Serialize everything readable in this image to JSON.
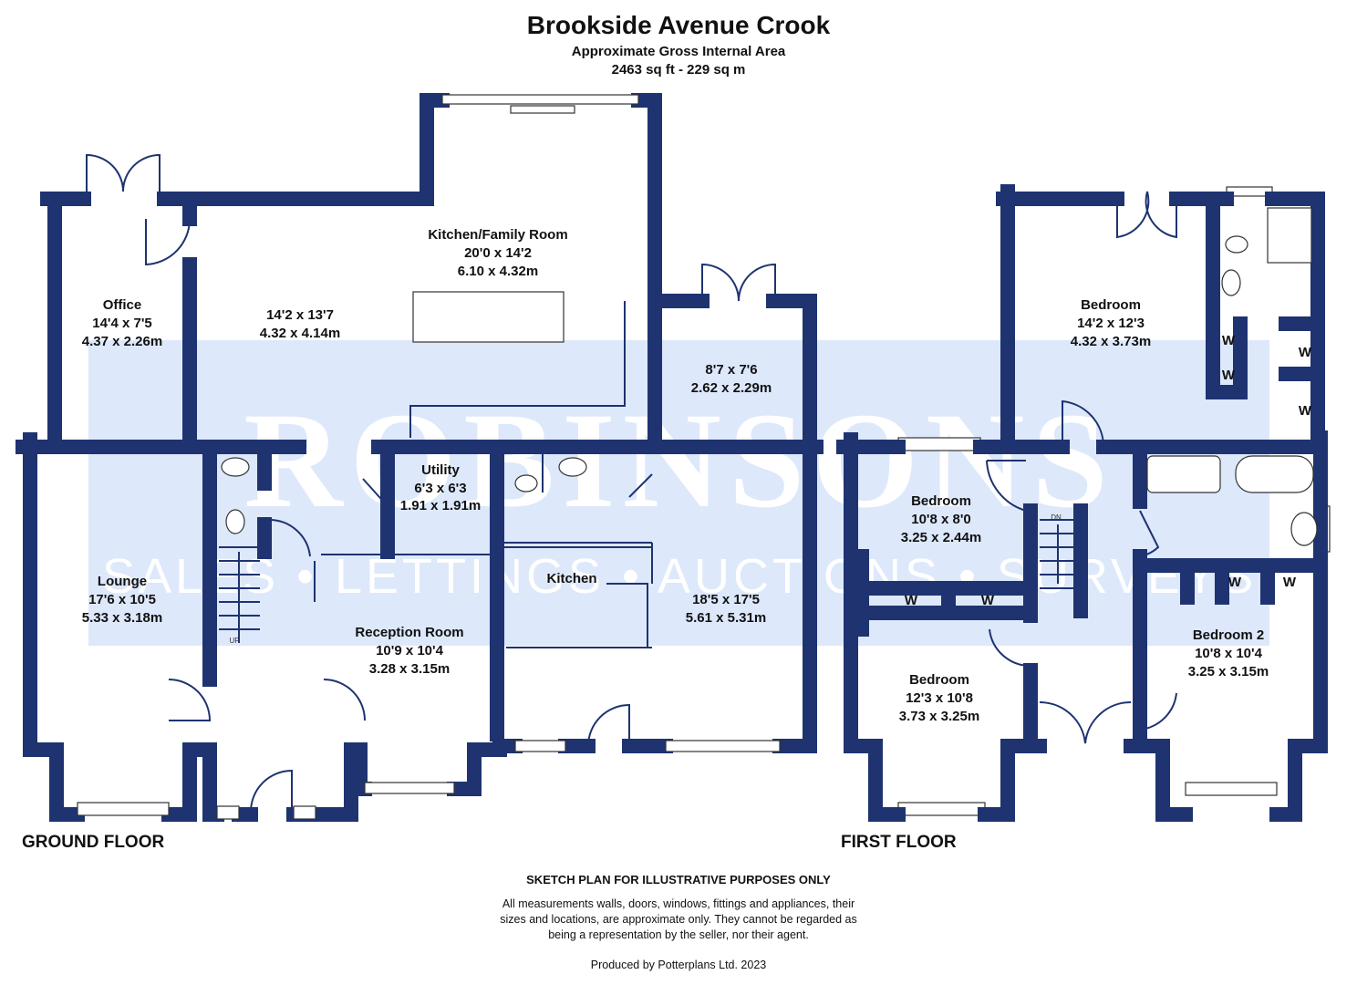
{
  "header": {
    "title": "Brookside Avenue Crook",
    "subtitle": "Approximate Gross Internal Area",
    "area": "2463 sq ft - 229 sq m"
  },
  "watermark": {
    "brand": "ROBINSONS",
    "tagline": "SALES • LETTINGS • AUCTIONS • SURVEYS"
  },
  "ground_floor": {
    "label": "GROUND FLOOR",
    "rooms": [
      {
        "name": "Kitchen/Family Room",
        "imperial": "20'0 x 14'2",
        "metric": "6.10 x 4.32m"
      },
      {
        "name": "Office",
        "imperial": "14'4 x 7'5",
        "metric": "4.37 x 2.26m"
      },
      {
        "name": "",
        "imperial": "14'2 x 13'7",
        "metric": "4.32 x 4.14m"
      },
      {
        "name": "",
        "imperial": "8'7 x 7'6",
        "metric": "2.62 x 2.29m"
      },
      {
        "name": "Utility",
        "imperial": "6'3 x 6'3",
        "metric": "1.91 x 1.91m"
      },
      {
        "name": "Lounge",
        "imperial": "17'6 x 10'5",
        "metric": "5.33 x 3.18m"
      },
      {
        "name": "Reception Room",
        "imperial": "10'9 x 10'4",
        "metric": "3.28 x 3.15m"
      },
      {
        "name": "Kitchen",
        "imperial": "",
        "metric": ""
      },
      {
        "name": "",
        "imperial": "18'5 x 17'5",
        "metric": "5.61 x 5.31m"
      }
    ],
    "stairs_label": "UP"
  },
  "first_floor": {
    "label": "FIRST FLOOR",
    "rooms": [
      {
        "name": "Bedroom",
        "imperial": "14'2 x 12'3",
        "metric": "4.32 x 3.73m"
      },
      {
        "name": "Bedroom",
        "imperial": "10'8 x 8'0",
        "metric": "3.25 x 2.44m"
      },
      {
        "name": "Bedroom",
        "imperial": "12'3 x 10'8",
        "metric": "3.73 x 3.25m"
      },
      {
        "name": "Bedroom 2",
        "imperial": "10'8 x 10'4",
        "metric": "3.25 x 3.15m"
      }
    ],
    "wardrobe_label": "W",
    "stairs_label": "DN"
  },
  "footer": {
    "heading": "SKETCH PLAN FOR ILLUSTRATIVE PURPOSES ONLY",
    "line1": "All measurements walls, doors, windows, fittings and appliances, their",
    "line2": "sizes and locations, are approximate only. They cannot be regarded as",
    "line3": "being a representation by the seller, nor their agent.",
    "credit": "Produced by Potterplans Ltd. 2023"
  },
  "colors": {
    "wall": "#1e3370",
    "watermark_band": "#dde8fb"
  }
}
